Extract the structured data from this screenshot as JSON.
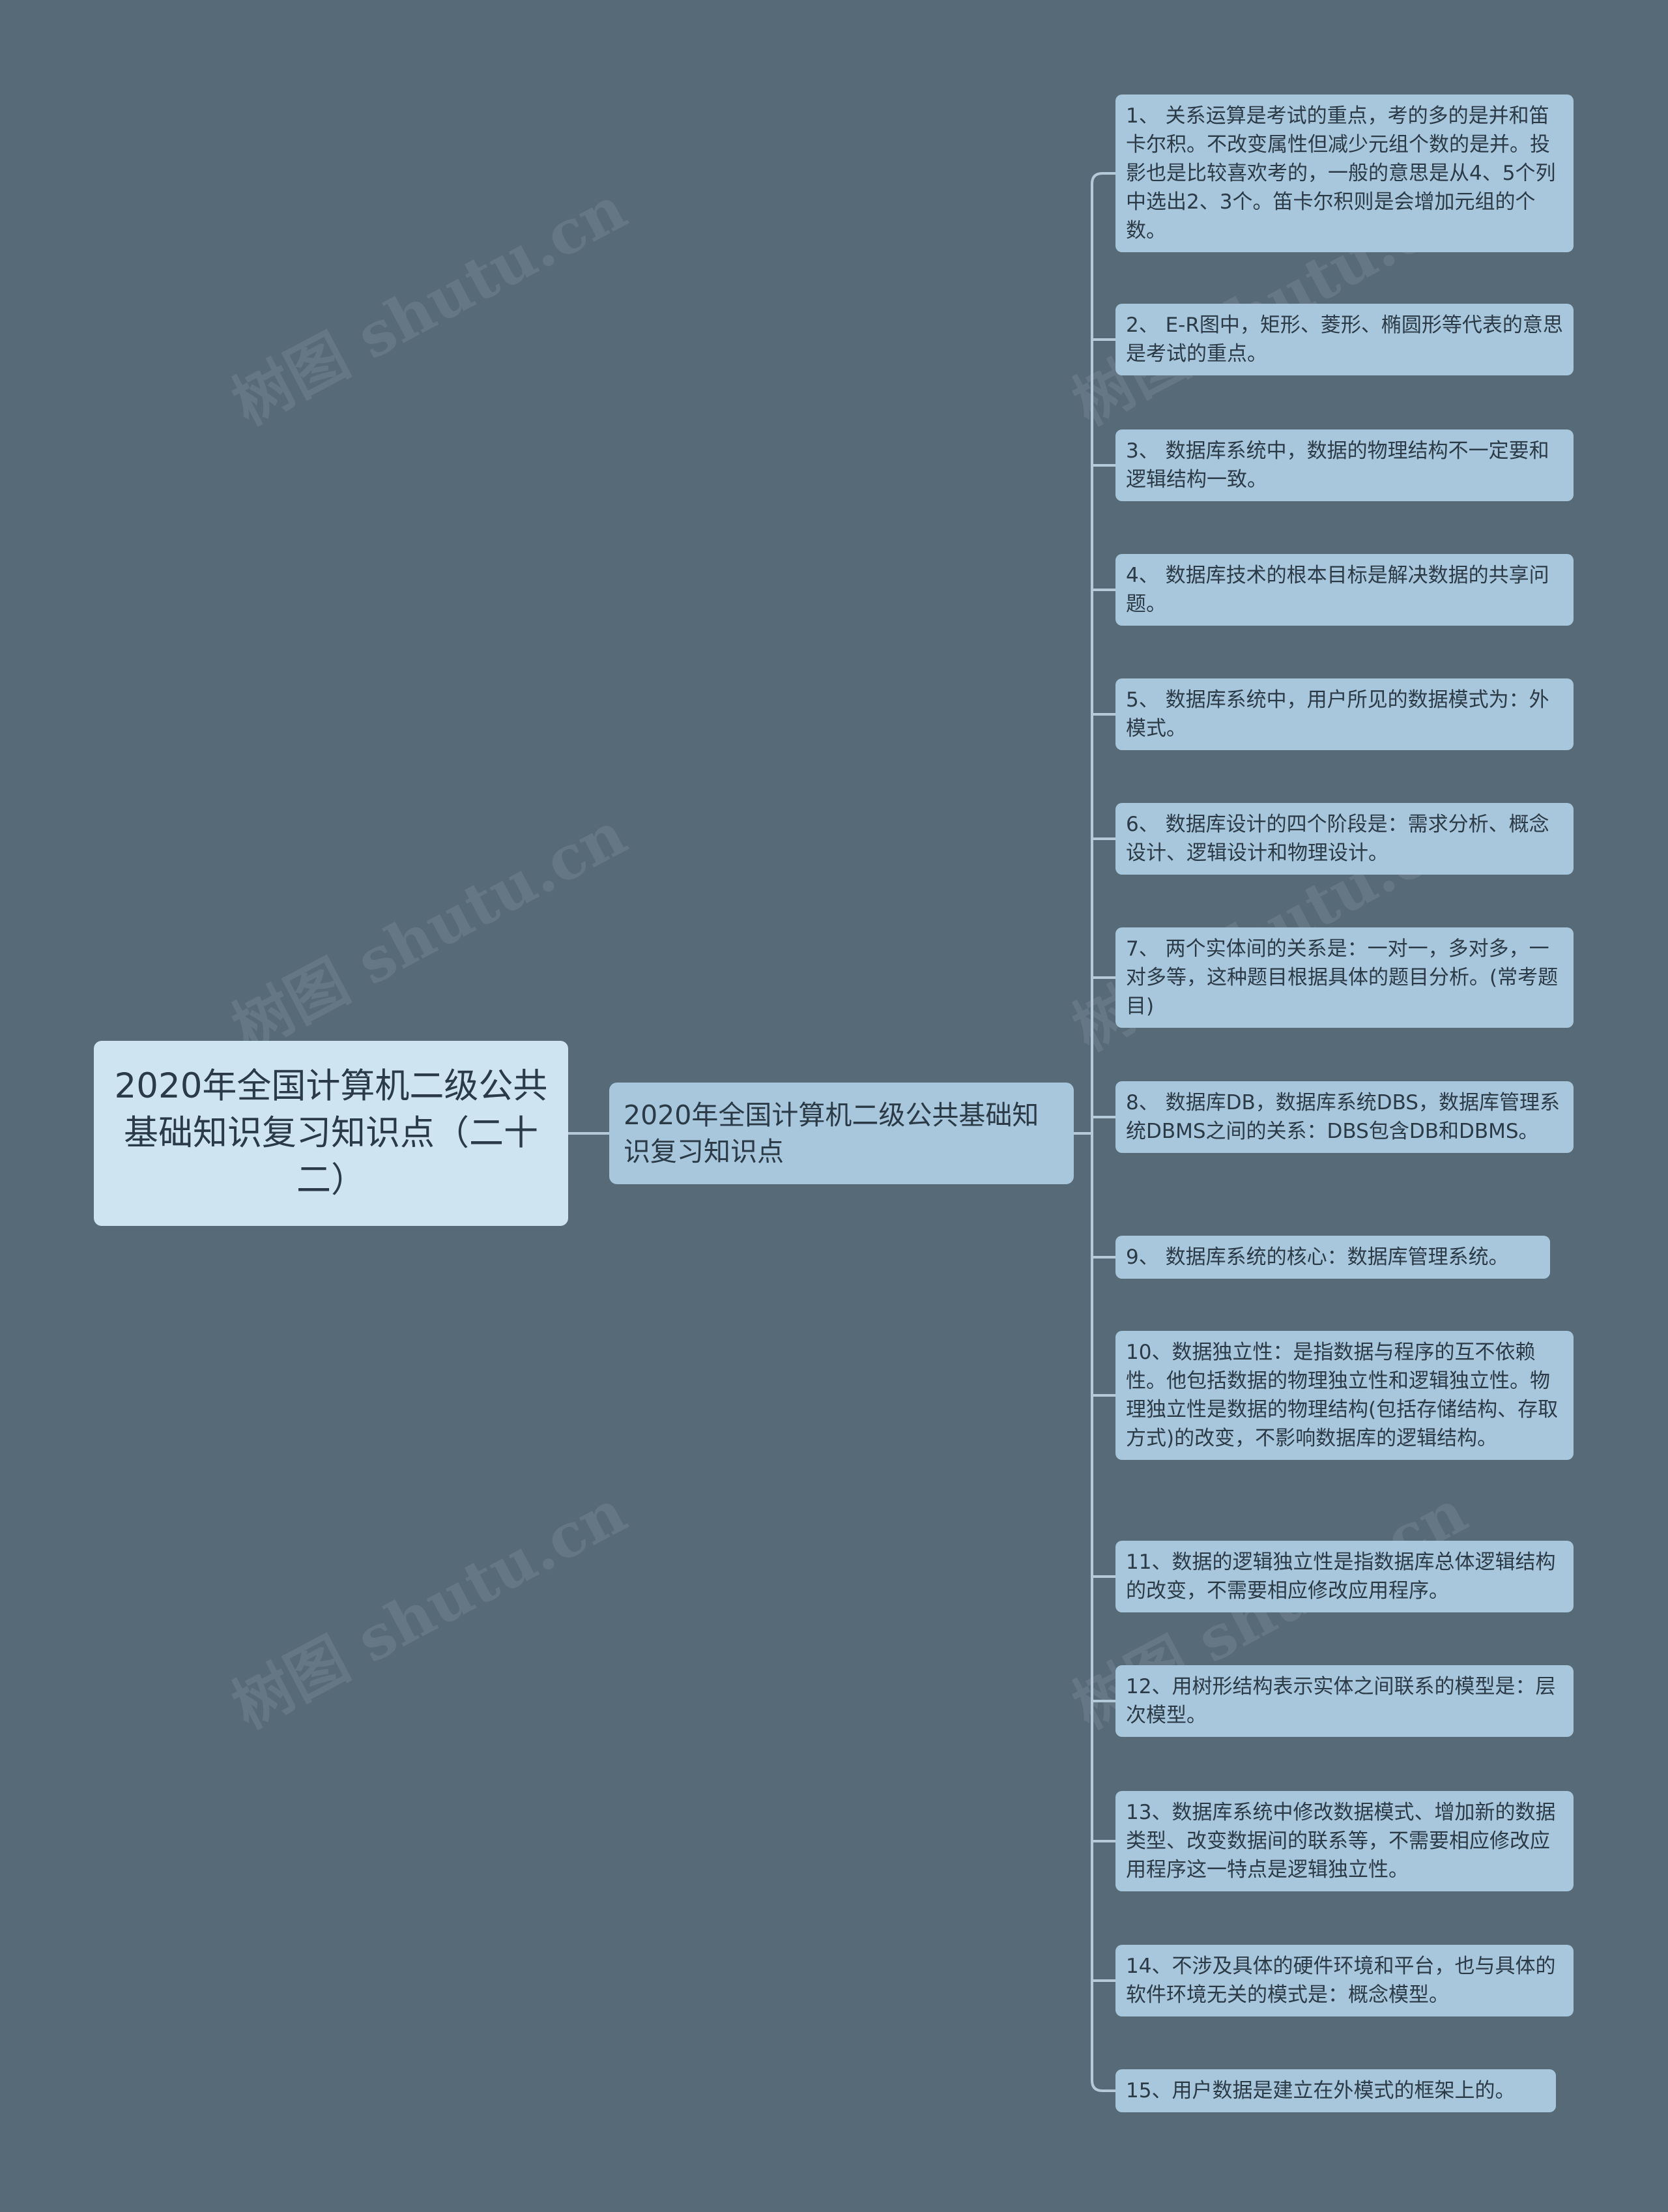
{
  "watermark": "树图 shutu.cn",
  "root": {
    "label": "2020年全国计算机二级公共基础知识复习知识点（二十二）"
  },
  "branch": {
    "label": "2020年全国计算机二级公共基础知识复习知识点"
  },
  "items": [
    "1、 关系运算是考试的重点，考的多的是并和笛卡尔积。不改变属性但减少元组个数的是并。投影也是比较喜欢考的，一般的意思是从4、5个列中选出2、3个。笛卡尔积则是会增加元组的个数。",
    "2、 E-R图中，矩形、菱形、椭圆形等代表的意思是考试的重点。",
    "3、 数据库系统中，数据的物理结构不一定要和逻辑结构一致。",
    "4、 数据库技术的根本目标是解决数据的共享问题。",
    "5、 数据库系统中，用户所见的数据模式为：外模式。",
    "6、 数据库设计的四个阶段是：需求分析、概念设计、逻辑设计和物理设计。",
    "7、 两个实体间的关系是：一对一，多对多，一对多等，这种题目根据具体的题目分析。(常考题目)",
    "8、 数据库DB，数据库系统DBS，数据库管理系统DBMS之间的关系：DBS包含DB和DBMS。",
    "9、 数据库系统的核心：数据库管理系统。",
    "10、数据独立性：是指数据与程序的互不依赖性。他包括数据的物理独立性和逻辑独立性。物理独立性是数据的物理结构(包括存储结构、存取方式)的改变，不影响数据库的逻辑结构。",
    "11、数据的逻辑独立性是指数据库总体逻辑结构的改变，不需要相应修改应用程序。",
    "12、用树形结构表示实体之间联系的模型是：层次模型。",
    "13、数据库系统中修改数据模式、增加新的数据类型、改变数据间的联系等，不需要相应修改应用程序这一特点是逻辑独立性。",
    "14、不涉及具体的硬件环境和平台，也与具体的软件环境无关的模式是：概念模型。",
    "15、用户数据是建立在外模式的框架上的。"
  ],
  "colors": {
    "background": "#566a77",
    "root_fill": "#cfe4f1",
    "node_fill": "#a9c7dc",
    "connector": "#b4cad9",
    "text": "#2b3a47"
  }
}
